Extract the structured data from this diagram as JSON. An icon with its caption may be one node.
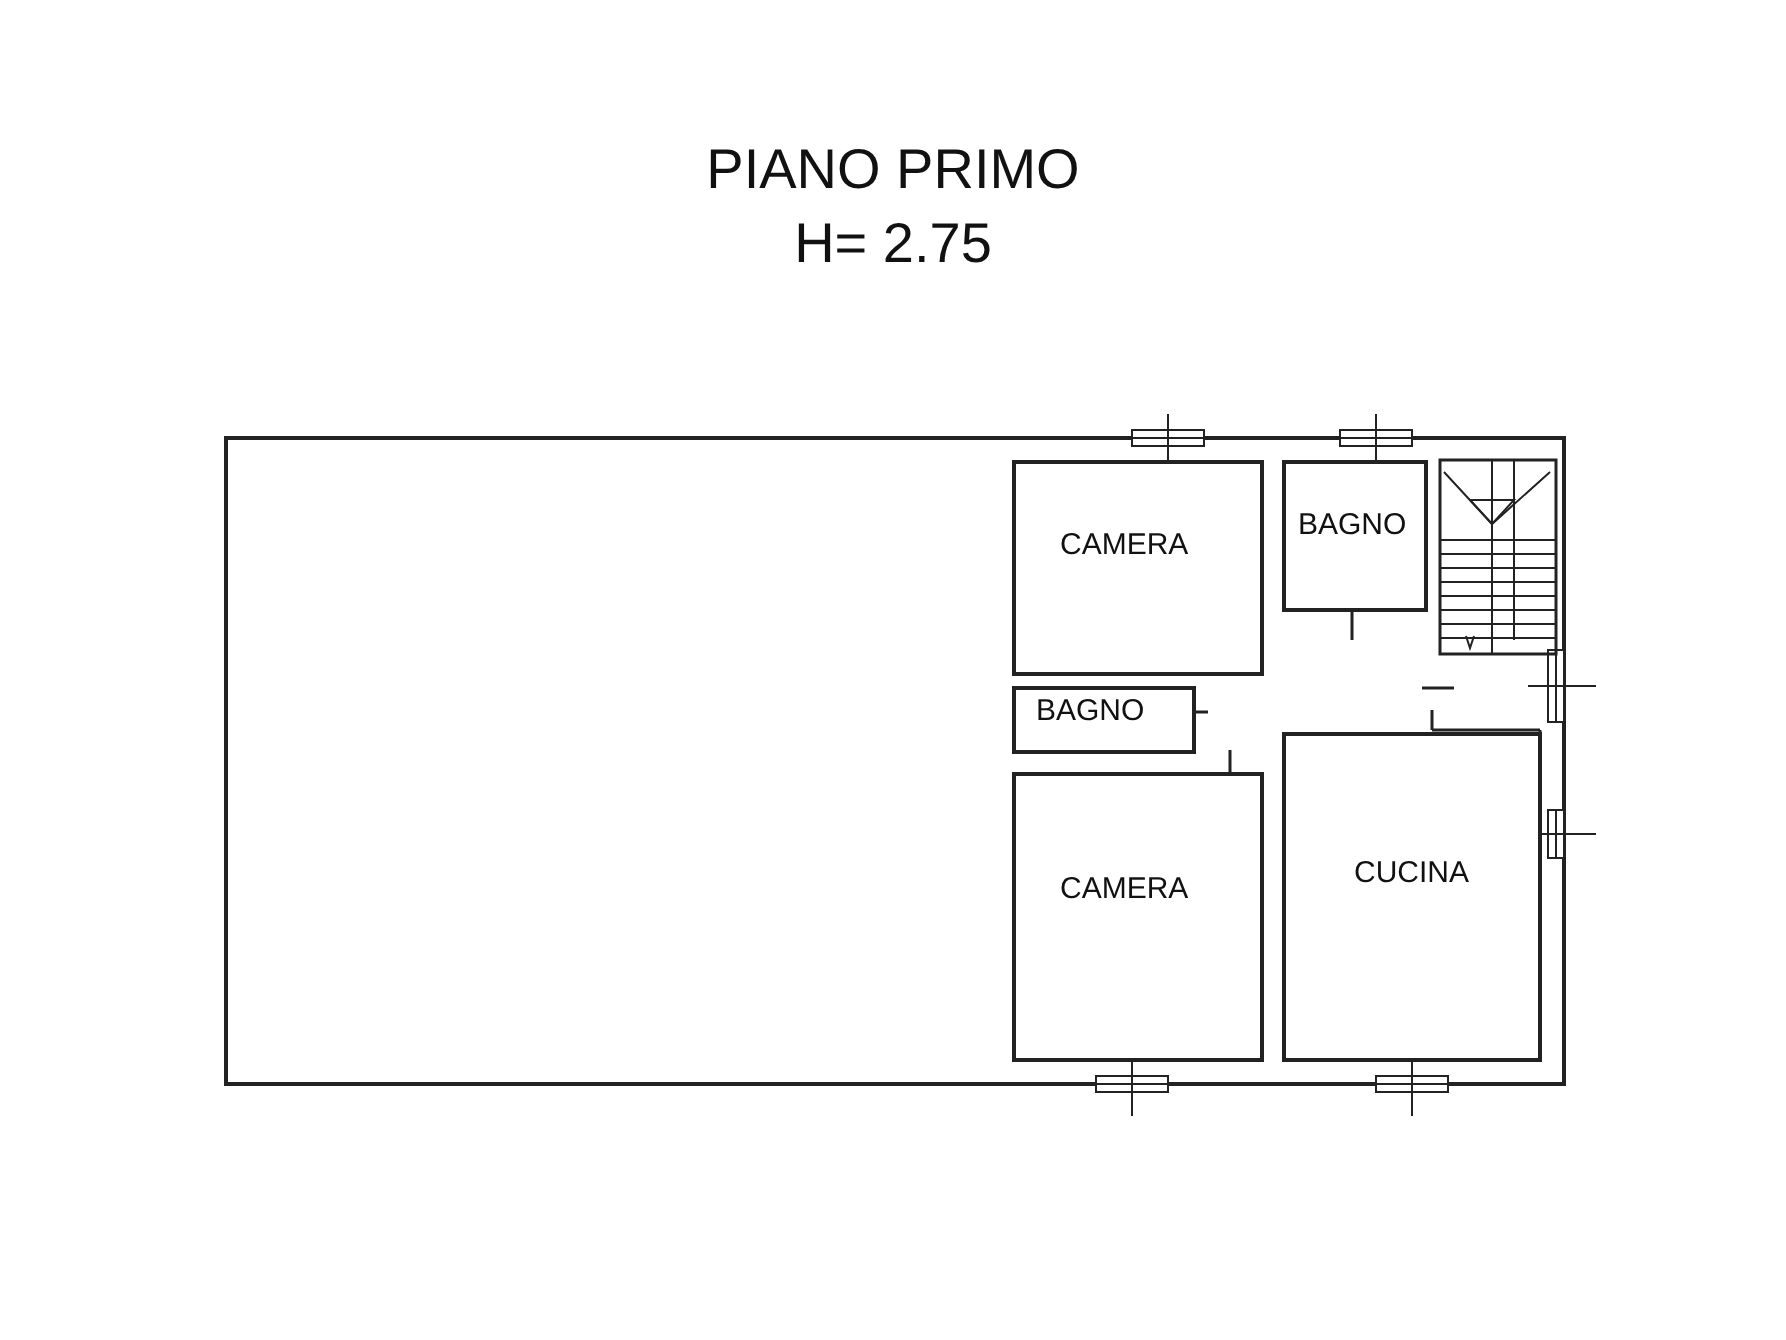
{
  "diagram": {
    "title": "PIANO PRIMO",
    "nodes": [
      {
        "text": [
          "CAMERA"
        ]
      },
      {
        "text": [
          "BAGNO"
        ]
      },
      {
        "text": [
          "BAGNO"
        ]
      },
      {
        "text": [
          "CAMERA"
        ]
      },
      {
        "text": [
          "CUCINA"
        ]
      }
    ],
    "labels": [
      "H= 2.75"
    ]
  }
}
